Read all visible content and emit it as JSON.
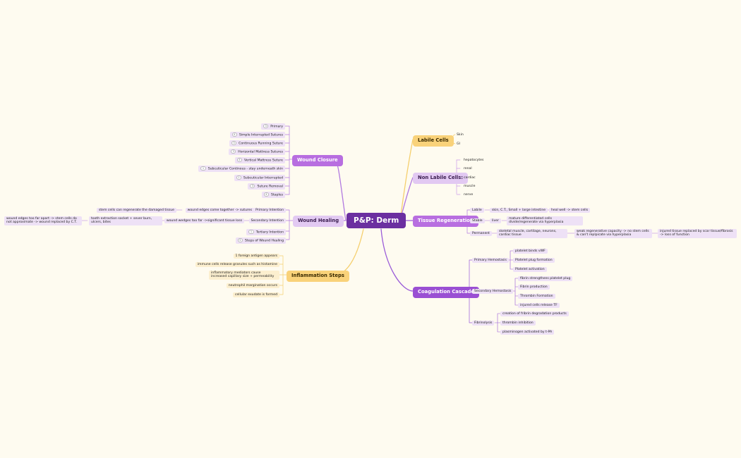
{
  "root": "P&P: Derm",
  "right": {
    "labile": {
      "label": "Labile Cells",
      "children": [
        "Skin",
        "GI"
      ]
    },
    "non_labile": {
      "label": "Non Labile Cells:",
      "children": [
        "hepatocytes",
        "renal",
        "cardiac",
        "muscle",
        "nerve"
      ]
    },
    "tissue": {
      "label": "Tissue Regeneration",
      "labile": {
        "label": "Labile",
        "desc": "skin, C.T., Small + large intestine",
        "result": "heal well -> stem cells"
      },
      "stable": {
        "label": "Stable",
        "desc": "liver",
        "result": "mature differentiated cells divide/regenerate via hyperplasia"
      },
      "permanent": {
        "label": "Permanent",
        "desc": "skeletal muscle, cartilage, neurons, cardiac tissue",
        "result": "weak regenerative capacity -> no stem cells & can't replpicate via hyperplasia",
        "result2": "injured tissue replaced by scar tissue/fibrosis -> loss of function"
      }
    },
    "coag": {
      "label": "Coagulation Cascade",
      "primary": {
        "label": "Primary Hemostasis",
        "children": [
          "platelet binds vWF",
          "Platelet plug formation",
          "Platelet activation"
        ]
      },
      "secondary": {
        "label": "Secondary Hemostasis",
        "children": [
          "fibrin strengthens platelet plug",
          "Fibrin production",
          "Thrombin Formation",
          "injured cells release TF"
        ]
      },
      "fibrinolysis": {
        "label": "Fibrinolysis",
        "children": [
          "creation of fribrin degradation products",
          "thrombin inhibition",
          "plasminogen activated by t-PA"
        ]
      }
    }
  },
  "left": {
    "closure": {
      "label": "Wound Closure",
      "children": [
        {
          "label": "Primary",
          "count": "3"
        },
        {
          "label": "Simple Interrupted Sutures",
          "count": "4"
        },
        {
          "label": "Continuous Running Suture",
          "count": "3"
        },
        {
          "label": "Horizontal Mattress Sutures",
          "count": "3"
        },
        {
          "label": "Vertical Mattress Suture",
          "count": "3"
        },
        {
          "label": "Subcuticular Continous - stay underneath skin",
          "count": "1"
        },
        {
          "label": "Subcuticular Interrupted",
          "count": "1"
        },
        {
          "label": "Suture Removal",
          "count": "3"
        },
        {
          "label": "Staples",
          "count": "4"
        }
      ]
    },
    "healing": {
      "label": "Wound Healing",
      "primary": {
        "label": "Primary Intention",
        "desc": "wound edges come together -> sutures",
        "desc2": "stem cells can regenerate the damaged tissue"
      },
      "secondary": {
        "label": "Secondary Intention",
        "desc": "wound wedges too far ->significant tissue loss",
        "desc2": "tooth extraction socket + sever burn, ulcers, bites",
        "desc3": "wound edges too far apart -> stem cells do not approximate -> wound replaced by C.T."
      },
      "tertiary": {
        "label": "Tertiary Intention",
        "count": "1"
      },
      "steps": {
        "label": "Steps of Wound Healing",
        "count": "5"
      }
    },
    "inflam": {
      "label": "Inflammation Steps",
      "children": [
        "1 foreign antigen appears",
        "immune cells release granules such as histamine",
        "inflammatory mediators cause increased capillary size + permeability",
        "neutrophil margination occurs",
        "cellular exudate is formed"
      ]
    }
  },
  "colors": {
    "purple": "#9a5bd8",
    "yellow": "#f5cf6e",
    "root": "#6b2fa0"
  }
}
